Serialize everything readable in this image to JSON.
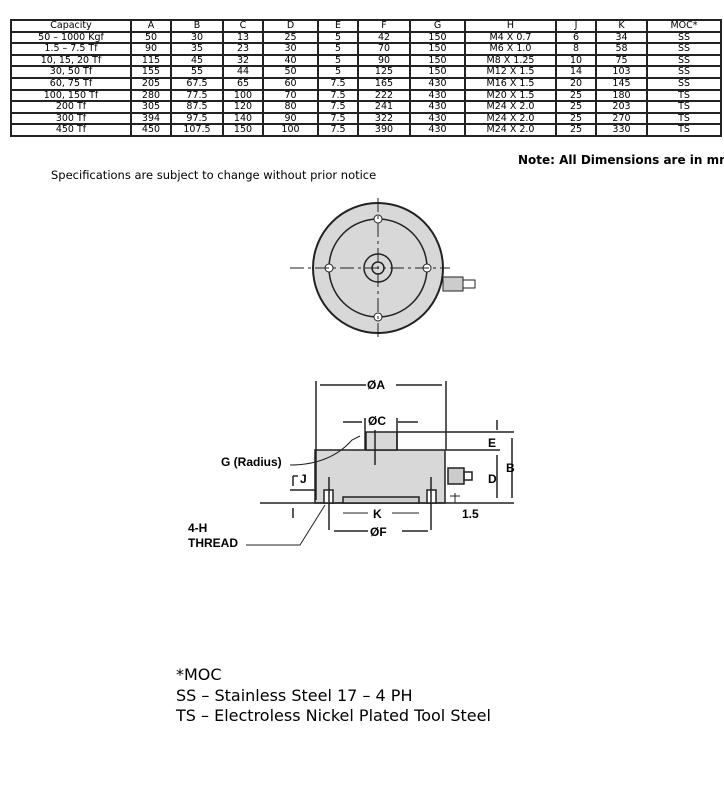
{
  "table": {
    "headers": [
      "Capacity",
      "A",
      "B",
      "C",
      "D",
      "E",
      "F",
      "G",
      "H",
      "J",
      "K",
      "MOC*"
    ],
    "rows": [
      [
        "50 – 1000 Kgf",
        "50",
        "30",
        "13",
        "25",
        "5",
        "42",
        "150",
        "M4 X 0.7",
        "6",
        "34",
        "SS"
      ],
      [
        "1.5 – 7.5 Tf",
        "90",
        "35",
        "23",
        "30",
        "5",
        "70",
        "150",
        "M6 X 1.0",
        "8",
        "58",
        "SS"
      ],
      [
        "10, 15, 20 Tf",
        "115",
        "45",
        "32",
        "40",
        "5",
        "90",
        "150",
        "M8 X 1.25",
        "10",
        "75",
        "SS"
      ],
      [
        "30, 50 Tf",
        "155",
        "55",
        "44",
        "50",
        "5",
        "125",
        "150",
        "M12 X 1.5",
        "14",
        "103",
        "SS"
      ],
      [
        "60, 75 Tf",
        "205",
        "67.5",
        "65",
        "60",
        "7.5",
        "165",
        "430",
        "M16 X 1.5",
        "20",
        "145",
        "SS"
      ],
      [
        "100, 150 Tf",
        "280",
        "77.5",
        "100",
        "70",
        "7.5",
        "222",
        "430",
        "M20 X 1.5",
        "25",
        "180",
        "TS"
      ],
      [
        "200 Tf",
        "305",
        "87.5",
        "120",
        "80",
        "7.5",
        "241",
        "430",
        "M24 X 2.0",
        "25",
        "203",
        "TS"
      ],
      [
        "300 Tf",
        "394",
        "97.5",
        "140",
        "90",
        "7.5",
        "322",
        "430",
        "M24 X 2.0",
        "25",
        "270",
        "TS"
      ],
      [
        "450 Tf",
        "450",
        "107.5",
        "150",
        "100",
        "7.5",
        "390",
        "430",
        "M24 X 2.0",
        "25",
        "330",
        "TS"
      ]
    ]
  },
  "note": "Note: All Dimensions are in mm",
  "spec_notice": "Specifications are subject to change without prior notice",
  "diagram": {
    "a": "ØA",
    "c": "ØC",
    "f": "ØF",
    "k": "K",
    "e": "E",
    "b": "B",
    "d": "D",
    "j": "J",
    "g": "G (Radius)",
    "h1": "4-H",
    "h2": "THREAD",
    "gap": "1.5"
  },
  "legend": {
    "title": "*MOC",
    "ss": "SS – Stainless Steel 17 – 4 PH",
    "ts": "TS – Electroless Nickel Plated Tool Steel"
  }
}
